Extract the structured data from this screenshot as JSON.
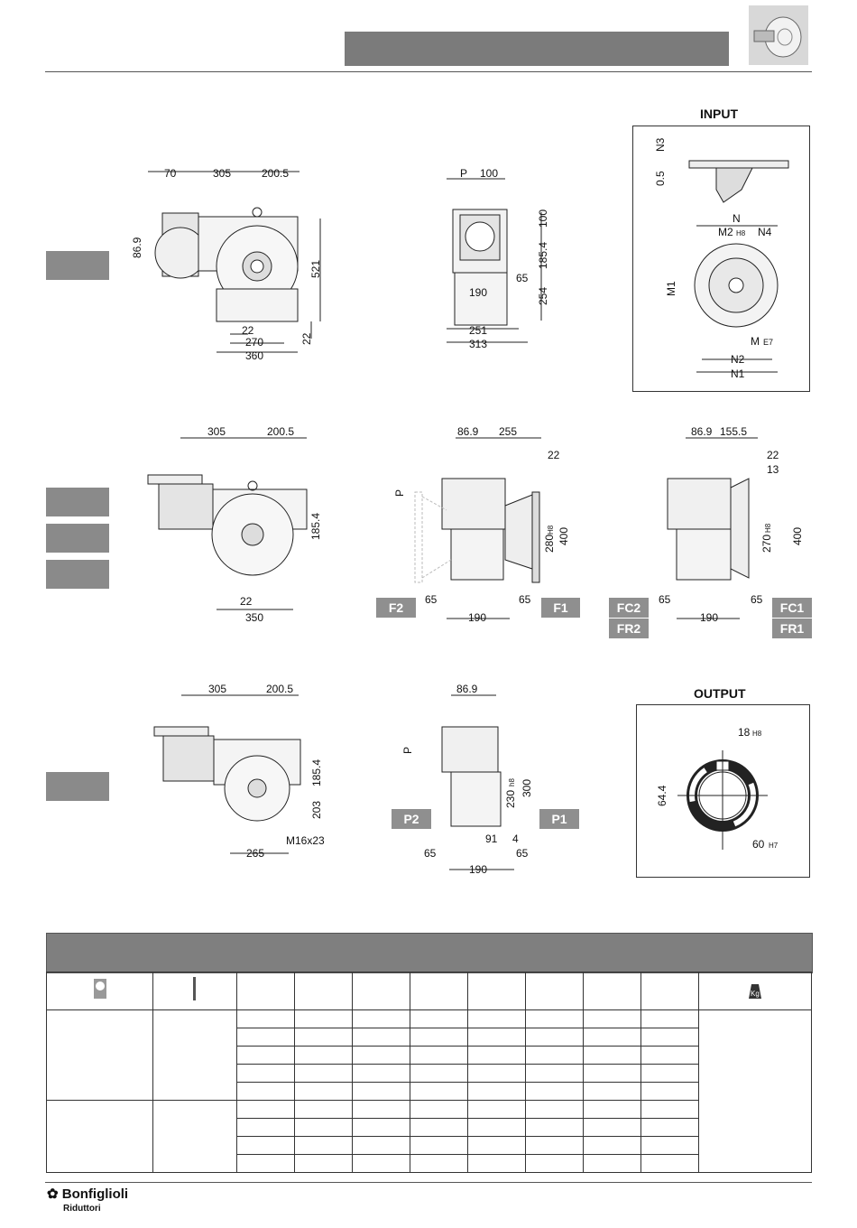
{
  "header": {
    "bar_color": "#7b7b7b",
    "icon": "gear-wheel-icon"
  },
  "sections": {
    "input_title": "INPUT",
    "output_title": "OUTPUT"
  },
  "drawing1": {
    "top": [
      "70",
      "305",
      "200.5"
    ],
    "left": "86.9",
    "right": [
      "521",
      "22"
    ],
    "bottom": [
      "22",
      "270",
      "360"
    ]
  },
  "drawing2": {
    "top": [
      "P",
      "100"
    ],
    "right": [
      "100",
      "185.4",
      "254"
    ],
    "mid": [
      "65",
      "190"
    ],
    "bottom": [
      "251",
      "313"
    ]
  },
  "input": {
    "labels": [
      "N3",
      "0.5",
      "N",
      "M2",
      "H8",
      "N4",
      "M1",
      "M",
      "E7",
      "N2",
      "N1"
    ]
  },
  "drawing3": {
    "top": [
      "305",
      "200.5"
    ],
    "right": "185.4",
    "bottom": [
      "22",
      "350"
    ]
  },
  "drawing4": {
    "top": [
      "86.9",
      "255",
      "22"
    ],
    "left": "P",
    "right": [
      "280",
      "H8",
      "400"
    ],
    "bottom": [
      "65",
      "65",
      "190"
    ],
    "labels": [
      "F2",
      "F1"
    ]
  },
  "drawing5": {
    "top": [
      "86.9",
      "155.5",
      "22",
      "13"
    ],
    "right": [
      "270",
      "H8",
      "400"
    ],
    "bottom": [
      "65",
      "65",
      "190"
    ],
    "labels": [
      "FC2",
      "FC1",
      "FR2",
      "FR1"
    ]
  },
  "drawing6": {
    "top": [
      "305",
      "200.5"
    ],
    "right": [
      "185.4",
      "203"
    ],
    "bottom": [
      "265",
      "M16x23"
    ]
  },
  "drawing7": {
    "top": "86.9",
    "left": "P",
    "right": [
      "230",
      "h8",
      "300"
    ],
    "bottom": [
      "91",
      "4",
      "65",
      "65",
      "190"
    ],
    "labels": [
      "P2",
      "P1"
    ]
  },
  "output": {
    "labels": [
      "18",
      "H8",
      "64.4",
      "60",
      "H7"
    ]
  },
  "table": {
    "weight_icon": "Kg"
  },
  "footer": {
    "brand": "Bonfiglioli",
    "sub": "Riduttori"
  }
}
